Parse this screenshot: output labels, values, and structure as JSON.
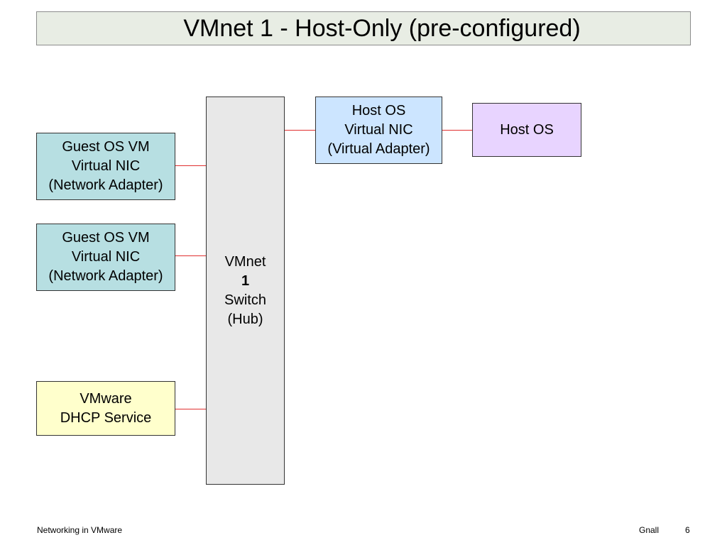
{
  "title": "VMnet 1 - Host-Only (pre-configured)",
  "nodes": {
    "guest_vm_1": [
      "Guest OS VM",
      "Virtual NIC",
      "(Network Adapter)"
    ],
    "guest_vm_2": [
      "Guest OS VM",
      "Virtual NIC",
      "(Network Adapter)"
    ],
    "dhcp_service": [
      "VMware",
      "DHCP Service"
    ],
    "switch": {
      "line1": "VMnet",
      "number": "1",
      "line3": "Switch",
      "line4": "(Hub)"
    },
    "host_virtual_nic": [
      "Host OS",
      "Virtual NIC",
      "(Virtual Adapter)"
    ],
    "host_os": [
      "Host OS"
    ]
  },
  "connections": [
    {
      "from": "guest_vm_1",
      "to": "switch"
    },
    {
      "from": "guest_vm_2",
      "to": "switch"
    },
    {
      "from": "dhcp_service",
      "to": "switch"
    },
    {
      "from": "switch",
      "to": "host_virtual_nic"
    },
    {
      "from": "host_virtual_nic",
      "to": "host_os"
    }
  ],
  "colors": {
    "guest_fill": "#b7dfe2",
    "dhcp_fill": "#ffffcc",
    "switch_fill": "#e8e8e8",
    "host_nic_fill": "#cce5ff",
    "host_os_fill": "#e8d4ff",
    "link": "#e03030"
  },
  "footer": {
    "left": "Networking in VMware",
    "author": "Gnall",
    "page": "6"
  }
}
